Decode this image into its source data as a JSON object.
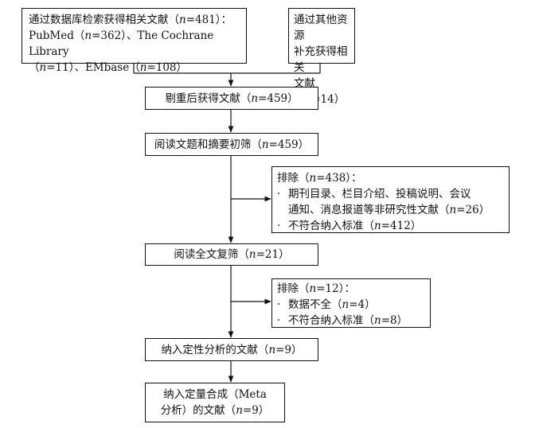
{
  "identification": {
    "database": {
      "line1": "通过数据库检索获得相关文献（n=481）：",
      "line2": "PubMed（n=362）、The Cochrane Library",
      "line3": "（n=11）、EMbase（n=108）"
    },
    "other": {
      "line1": "通过其他资源",
      "line2": "补充获得相关",
      "line3": "文献（n=14）"
    }
  },
  "dedup": "剔重后获得文献（n=459）",
  "screen": "阅读文题和摘要初筛（n=459）",
  "exclude1": {
    "title": "排除（n=438）：",
    "items": [
      {
        "text1": "期刊目录、栏目介绍、投稿说明、会议",
        "text2": "通知、消息报道等非研究性文献（n=26）"
      },
      {
        "text1": "不符合纳入标准（n=412）",
        "text2": ""
      }
    ]
  },
  "fulltext": "阅读全文复筛（n=21）",
  "exclude2": {
    "title": "排除（n=12）：",
    "items": [
      "数据不全（n=4）",
      "不符合纳入标准（n=8）"
    ]
  },
  "qualitative": "纳入定性分析的文献（n=9）",
  "quantitative": {
    "line1": "纳入定量合成（Meta",
    "line2": "分析）的文献（n=9）"
  },
  "bullet": "·"
}
